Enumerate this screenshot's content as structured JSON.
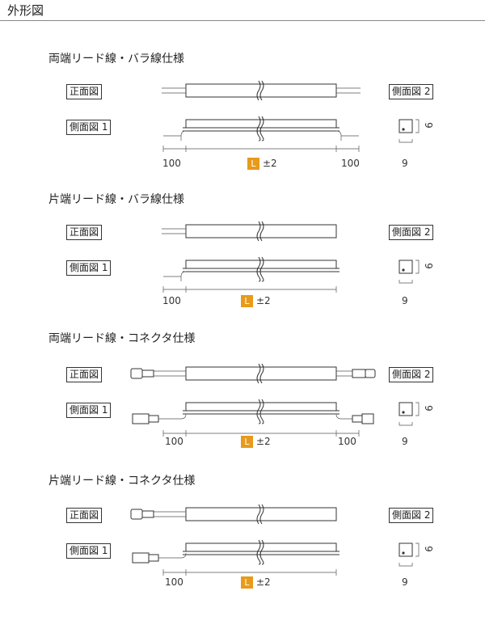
{
  "page_title": "外形図",
  "labels": {
    "front": "正面図",
    "side1": "側面図 1",
    "side2": "側面図 2",
    "L": "L",
    "tol": "±2",
    "lead_left": "100",
    "lead_right": "100",
    "height": "9",
    "width": "9"
  },
  "sections": [
    {
      "title": "両端リード線・バラ線仕様"
    },
    {
      "title": "片端リード線・バラ線仕様"
    },
    {
      "title": "両端リード線・コネクタ仕様"
    },
    {
      "title": "片端リード線・コネクタ仕様"
    }
  ],
  "colors": {
    "badge": "#e89a1a",
    "line": "#333333"
  }
}
